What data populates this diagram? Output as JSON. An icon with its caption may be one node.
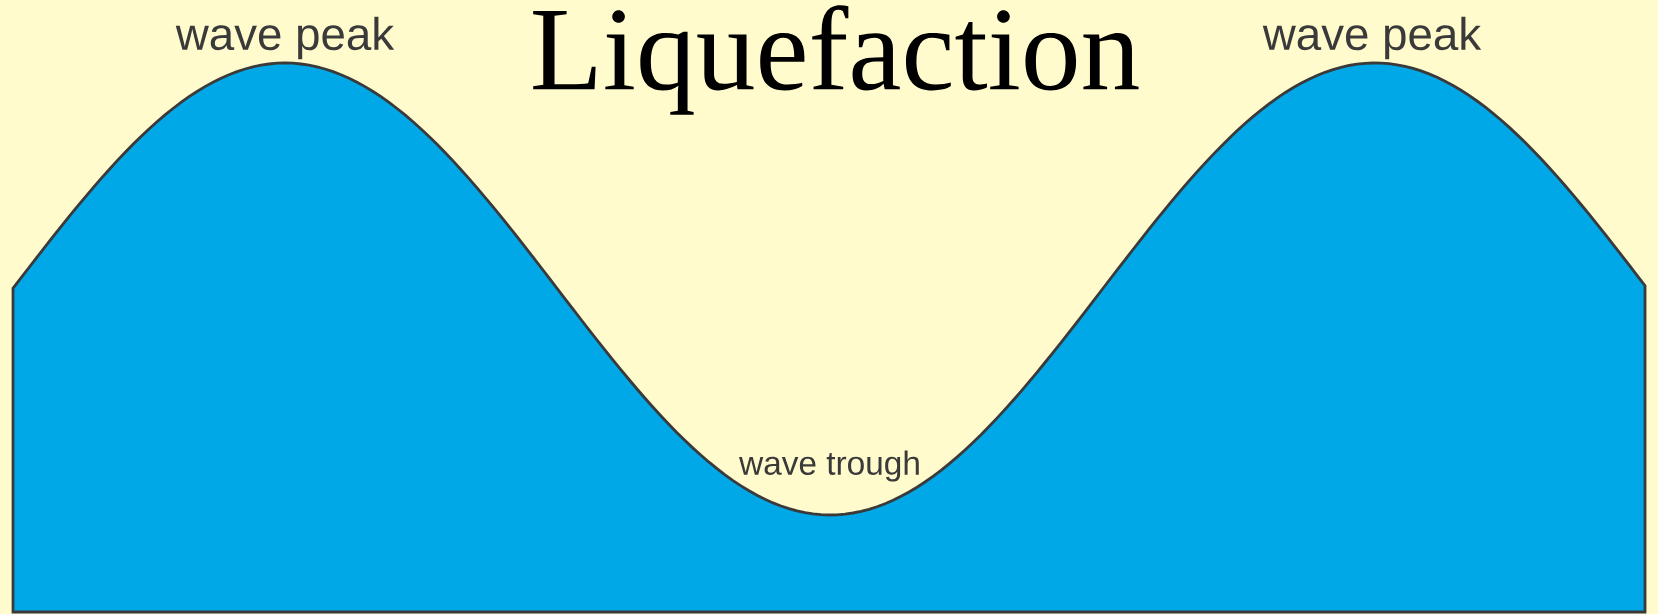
{
  "diagram": {
    "title": "Liquefaction",
    "labels": [
      "wave peak",
      "wave trough",
      "wave peak"
    ]
  }
}
